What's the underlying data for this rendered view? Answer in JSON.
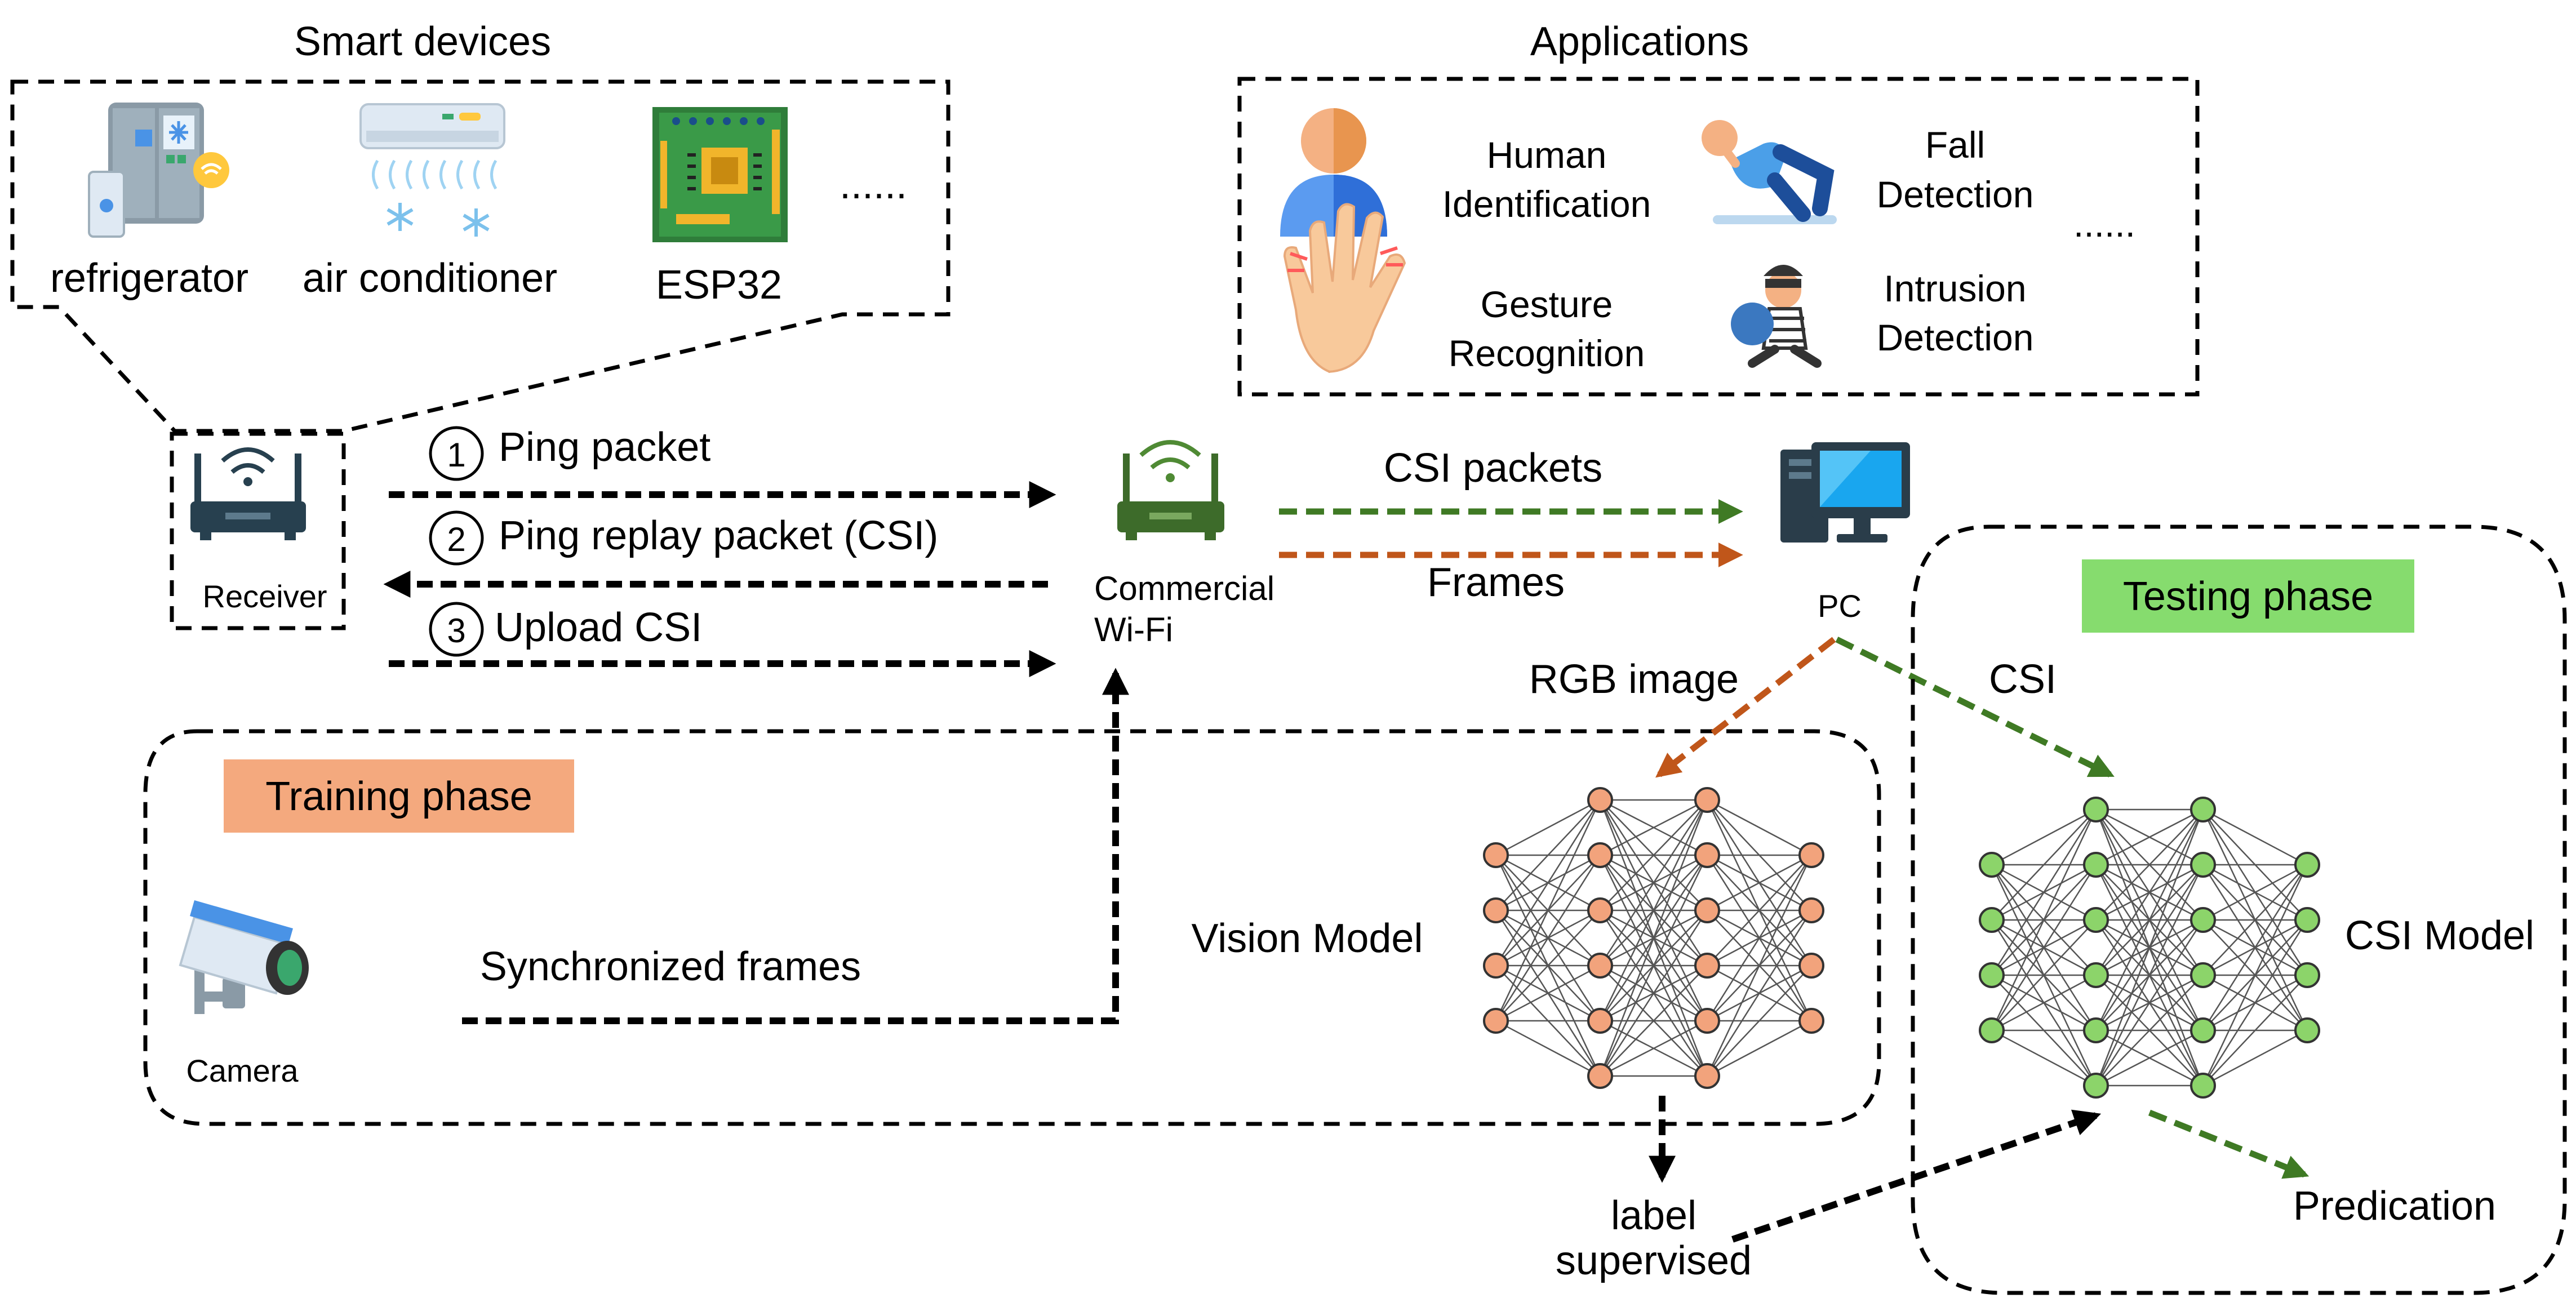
{
  "smart_devices": {
    "title": "Smart devices",
    "items": [
      {
        "label": "refrigerator",
        "icon": "refrigerator-icon"
      },
      {
        "label": "air conditioner",
        "icon": "air-conditioner-icon"
      },
      {
        "label": "ESP32",
        "icon": "esp32-board-icon"
      }
    ],
    "more": "......"
  },
  "applications": {
    "title": "Applications",
    "items": [
      {
        "line1": "Human",
        "line2": "Identification",
        "icon": "person-icon"
      },
      {
        "line1": "Fall",
        "line2": "Detection",
        "icon": "falling-person-icon"
      },
      {
        "line1": "Gesture",
        "line2": "Recognition",
        "icon": "hand-icon"
      },
      {
        "line1": "Intrusion",
        "line2": "Detection",
        "icon": "thief-icon"
      }
    ],
    "more": "......"
  },
  "receiver": {
    "label": "Receiver",
    "icon": "router-icon"
  },
  "wifi": {
    "line1": "Commercial",
    "line2": "Wi-Fi",
    "icon": "wifi-router-icon"
  },
  "pc": {
    "label": "PC",
    "icon": "desktop-computer-icon"
  },
  "steps": [
    {
      "num": "1",
      "label": "Ping packet"
    },
    {
      "num": "2",
      "label": "Ping replay packet (CSI)"
    },
    {
      "num": "3",
      "label": "Upload CSI"
    }
  ],
  "flows": {
    "csi_packets": "CSI packets",
    "frames": "Frames",
    "rgb_image": "RGB image",
    "csi": "CSI",
    "synchronized_frames": "Synchronized frames"
  },
  "training": {
    "title": "Training phase",
    "camera_label": "Camera",
    "camera_icon": "security-camera-icon",
    "vision_model": "Vision Model"
  },
  "testing": {
    "title": "Testing phase",
    "csi_model": "CSI Model",
    "prediction": "Predication"
  },
  "label_supervised": {
    "line1": "label",
    "line2": "supervised"
  },
  "colors": {
    "orange_flow": "#c0561a",
    "green_flow": "#3f7a24",
    "vision_node": "#f2a37c",
    "csi_node": "#8cd46a",
    "training_badge": "#f4a97e",
    "testing_badge": "#86dc6e",
    "black": "#000000"
  }
}
